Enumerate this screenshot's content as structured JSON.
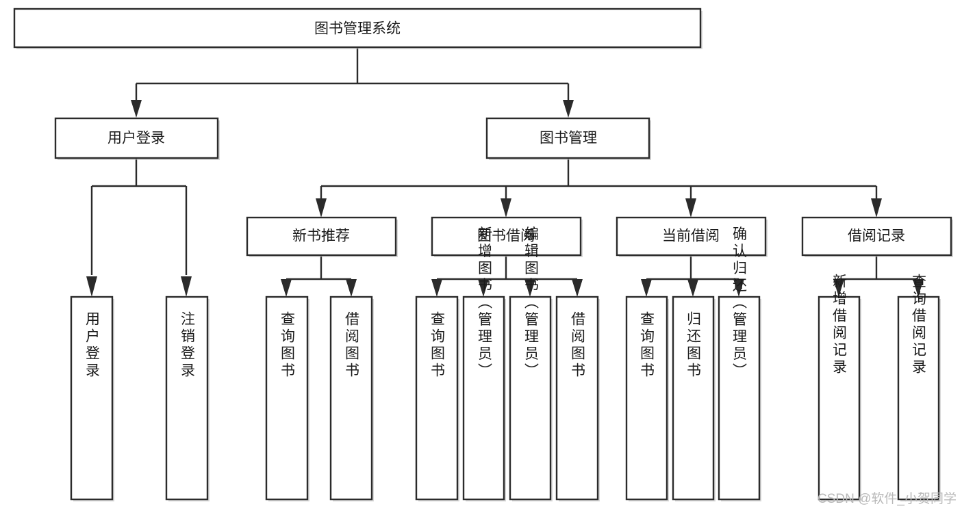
{
  "diagram": {
    "title": "图书管理系统",
    "type": "tree",
    "orientation": "top-down",
    "watermark": "CSDN @软件_小贺同学",
    "colors": {
      "background": "#ffffff",
      "node_fill": "#ffffff",
      "node_stroke": "#2b2b2b",
      "edge": "#2b2b2b",
      "label": "#1a1a1a",
      "watermark": "#b9b9b9",
      "shadow": "#b8b8b8"
    },
    "nodes": {
      "root": {
        "id": "root",
        "label": "图书管理系统",
        "level": 0,
        "orientation": "horizontal"
      },
      "l1": [
        {
          "id": "user-login",
          "label": "用户登录",
          "level": 1,
          "orientation": "horizontal"
        },
        {
          "id": "book-manage",
          "label": "图书管理",
          "level": 1,
          "orientation": "horizontal"
        }
      ],
      "l2": [
        {
          "id": "new-book-recommend",
          "label": "新书推荐",
          "level": 2,
          "orientation": "horizontal",
          "parent": "book-manage"
        },
        {
          "id": "book-borrow",
          "label": "图书借阅",
          "level": 2,
          "orientation": "horizontal",
          "parent": "book-manage"
        },
        {
          "id": "current-borrow",
          "label": "当前借阅",
          "level": 2,
          "orientation": "horizontal",
          "parent": "book-manage"
        },
        {
          "id": "borrow-record",
          "label": "借阅记录",
          "level": 2,
          "orientation": "horizontal",
          "parent": "book-manage"
        }
      ],
      "leaves": [
        {
          "id": "leaf-user-login",
          "label": "用户登录",
          "parent": "user-login",
          "orientation": "vertical"
        },
        {
          "id": "leaf-logout-login",
          "label": "注销登录",
          "parent": "user-login",
          "orientation": "vertical"
        },
        {
          "id": "leaf-query-book-1",
          "label": "查询图书",
          "parent": "new-book-recommend",
          "orientation": "vertical"
        },
        {
          "id": "leaf-borrow-book-1",
          "label": "借阅图书",
          "parent": "new-book-recommend",
          "orientation": "vertical"
        },
        {
          "id": "leaf-query-book-2",
          "label": "查询图书",
          "parent": "book-borrow",
          "orientation": "vertical"
        },
        {
          "id": "leaf-add-book",
          "label": "新增图书（管理员）",
          "parent": "book-borrow",
          "orientation": "vertical"
        },
        {
          "id": "leaf-edit-book",
          "label": "编辑图书（管理员）",
          "parent": "book-borrow",
          "orientation": "vertical"
        },
        {
          "id": "leaf-borrow-book-2",
          "label": "借阅图书",
          "parent": "book-borrow",
          "orientation": "vertical"
        },
        {
          "id": "leaf-query-book-3",
          "label": "查询图书",
          "parent": "current-borrow",
          "orientation": "vertical"
        },
        {
          "id": "leaf-return-book",
          "label": "归还图书",
          "parent": "current-borrow",
          "orientation": "vertical"
        },
        {
          "id": "leaf-confirm-return",
          "label": "确认归还（管理员）",
          "parent": "current-borrow",
          "orientation": "vertical"
        },
        {
          "id": "leaf-add-record",
          "label": "新增借阅记录",
          "parent": "borrow-record",
          "orientation": "vertical"
        },
        {
          "id": "leaf-query-record",
          "label": "查询借阅记录",
          "parent": "borrow-record",
          "orientation": "vertical"
        }
      ]
    }
  }
}
